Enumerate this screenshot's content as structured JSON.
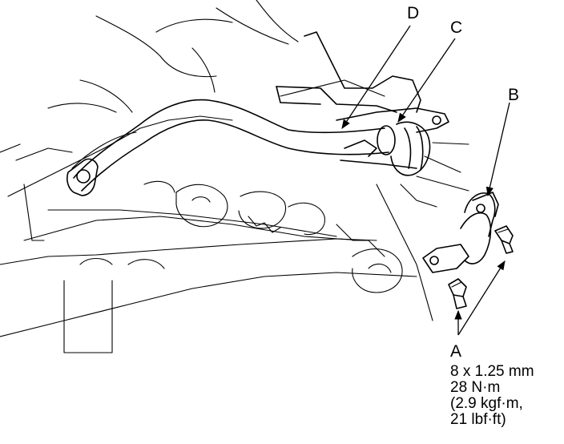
{
  "callouts": {
    "a": "A",
    "b": "B",
    "c": "C",
    "d": "D"
  },
  "bolt_spec": {
    "size": "8 x 1.25 mm",
    "torque_nm": "28 N·m",
    "torque_kgfm": "(2.9 kgf·m,",
    "torque_lbfft": "21 lbf·ft)"
  },
  "colors": {
    "line": "#000000",
    "background": "#ffffff"
  }
}
